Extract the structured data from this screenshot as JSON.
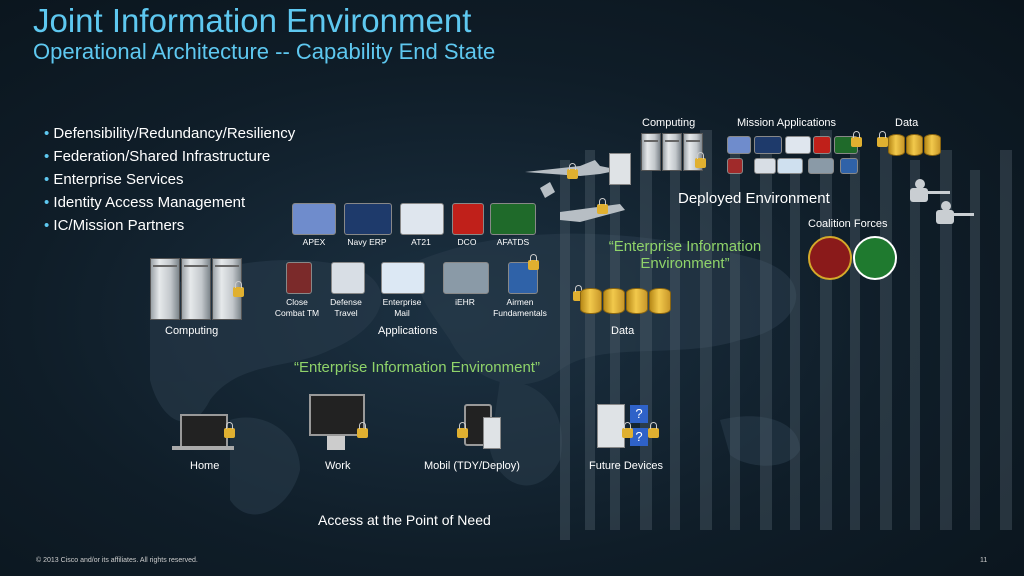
{
  "header": {
    "title": "Joint Information Environment",
    "subtitle": "Operational Architecture -- Capability End State"
  },
  "bullets": [
    "Defensibility/Redundancy/Resiliency",
    "Federation/Shared Infrastructure",
    "Enterprise Services",
    "Identity Access Management",
    "IC/Mission Partners"
  ],
  "deployed": {
    "computing": "Computing",
    "mission_applications": "Mission Applications",
    "data": "Data",
    "title": "Deployed Environment",
    "coalition": "Coalition Forces",
    "eie": "“Enterprise Information Environment”"
  },
  "enterprise": {
    "apps_top": [
      "APEX",
      "Navy ERP",
      "AT21",
      "DCO",
      "AFATDS"
    ],
    "apps_bottom": [
      {
        "line1": "Close",
        "line2": "Combat TM"
      },
      {
        "line1": "Defense",
        "line2": "Travel"
      },
      {
        "line1": "Enterprise",
        "line2": "Mail"
      },
      {
        "line1": "iEHR",
        "line2": ""
      },
      {
        "line1": "Airmen",
        "line2": "Fundamentals"
      }
    ],
    "computing": "Computing",
    "applications": "Applications",
    "data": "Data",
    "eie": "“Enterprise Information Environment”"
  },
  "devices": [
    "Home",
    "Work",
    "Mobil (TDY/Deploy)",
    "Future Devices"
  ],
  "access": "Access at the Point of Need",
  "footer": {
    "copyright": "© 2013 Cisco and/or its affiliates. All rights reserved.",
    "page": "11"
  },
  "colors": {
    "accent": "#5ec8f0",
    "green": "#8fd36a"
  }
}
